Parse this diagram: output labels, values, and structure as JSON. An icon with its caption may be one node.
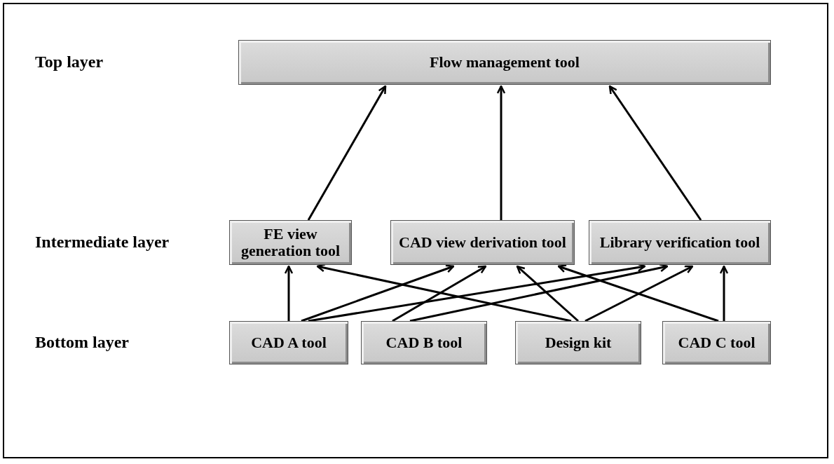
{
  "diagram": {
    "nodes": [
      {
        "text": [
          "Flow management tool"
        ]
      },
      {
        "text": [
          "FE view generation tool"
        ]
      },
      {
        "text": [
          "CAD view derivation tool"
        ]
      },
      {
        "text": [
          "Library verification tool"
        ]
      },
      {
        "text": [
          "CAD A tool"
        ]
      },
      {
        "text": [
          "CAD B tool"
        ]
      },
      {
        "text": [
          "Design kit"
        ]
      },
      {
        "text": [
          "CAD C tool"
        ]
      }
    ],
    "edges": [
      {
        "from": 1,
        "to": 0,
        "arrow": "to"
      },
      {
        "from": 2,
        "to": 0,
        "arrow": "to"
      },
      {
        "from": 3,
        "to": 0,
        "arrow": "to"
      },
      {
        "from": 4,
        "to": 1,
        "arrow": "to"
      },
      {
        "from": 4,
        "to": 2,
        "arrow": "to"
      },
      {
        "from": 4,
        "to": 3,
        "arrow": "to"
      },
      {
        "from": 5,
        "to": 2,
        "arrow": "to"
      },
      {
        "from": 5,
        "to": 3,
        "arrow": "to"
      },
      {
        "from": 6,
        "to": 1,
        "arrow": "to"
      },
      {
        "from": 6,
        "to": 2,
        "arrow": "to"
      },
      {
        "from": 6,
        "to": 3,
        "arrow": "to"
      },
      {
        "from": 7,
        "to": 2,
        "arrow": "to"
      },
      {
        "from": 7,
        "to": 3,
        "arrow": "to"
      }
    ],
    "labels": [
      "Top layer",
      "Intermediate layer",
      "Bottom layer"
    ]
  }
}
